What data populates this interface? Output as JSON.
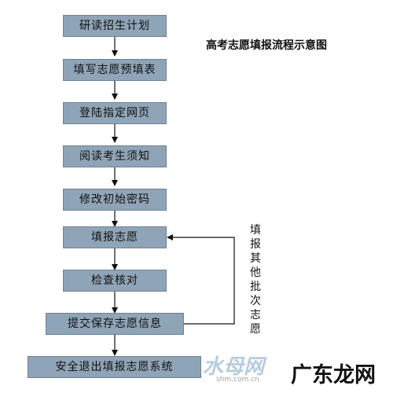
{
  "title": "高考志愿填报流程示意图",
  "steps": [
    "研读招生计划",
    "填写志愿预填表",
    "登陆指定网页",
    "阅读考生须知",
    "修改初始密码",
    "填报志愿",
    "检查核对",
    "提交保存志愿信息",
    "安全退出填报志愿系统"
  ],
  "loop_label": [
    "填",
    "报",
    "其",
    "他",
    "批",
    "次",
    "志",
    "愿"
  ],
  "watermark": {
    "logo": "水母网",
    "url": "shm.com.cn",
    "brand": "广东龙网"
  },
  "colors": {
    "box_fill": "#8fa4b6",
    "box_border": "#6f8294",
    "arrow": "#111111"
  }
}
